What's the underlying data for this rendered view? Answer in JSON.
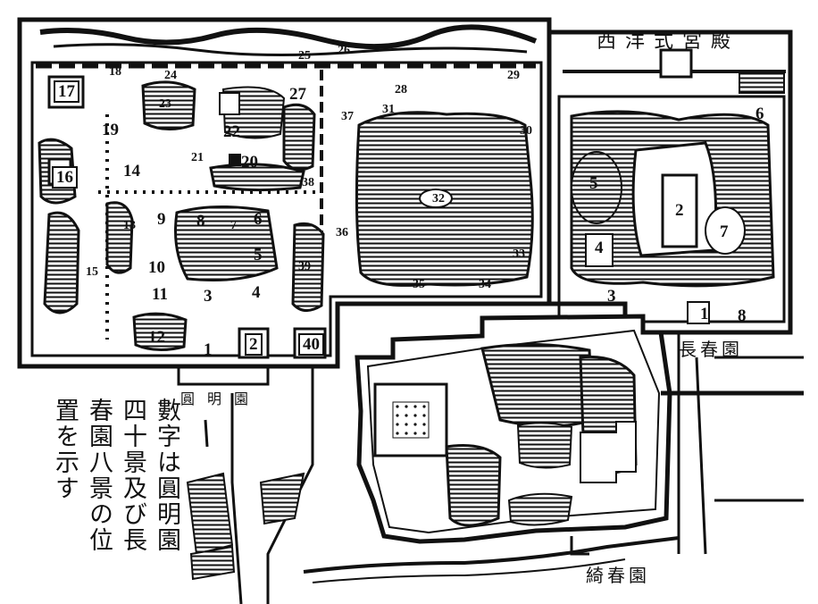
{
  "titles": {
    "xiyang": "西洋式宮殿",
    "changchun": "長春園",
    "yuanming": "圓明園",
    "qichun": "綺春園"
  },
  "caption": {
    "lines": [
      "數字は圓明園",
      "四十景及び長",
      "春園八景の位",
      "置を示す"
    ]
  },
  "yuanming_numbers": [
    "1",
    "2",
    "3",
    "4",
    "5",
    "6",
    "7",
    "8",
    "9",
    "10",
    "11",
    "12",
    "13",
    "14",
    "15",
    "16",
    "17",
    "18",
    "19",
    "20",
    "21",
    "22",
    "23",
    "24",
    "25",
    "26",
    "27",
    "28",
    "29",
    "30",
    "31",
    "32",
    "33",
    "34",
    "35",
    "36",
    "37",
    "38",
    "39",
    "40"
  ],
  "changchun_numbers": [
    "1",
    "2",
    "3",
    "4",
    "5",
    "6",
    "7",
    "8"
  ],
  "colors": {
    "ink": "#111111",
    "paper": "#ffffff"
  }
}
